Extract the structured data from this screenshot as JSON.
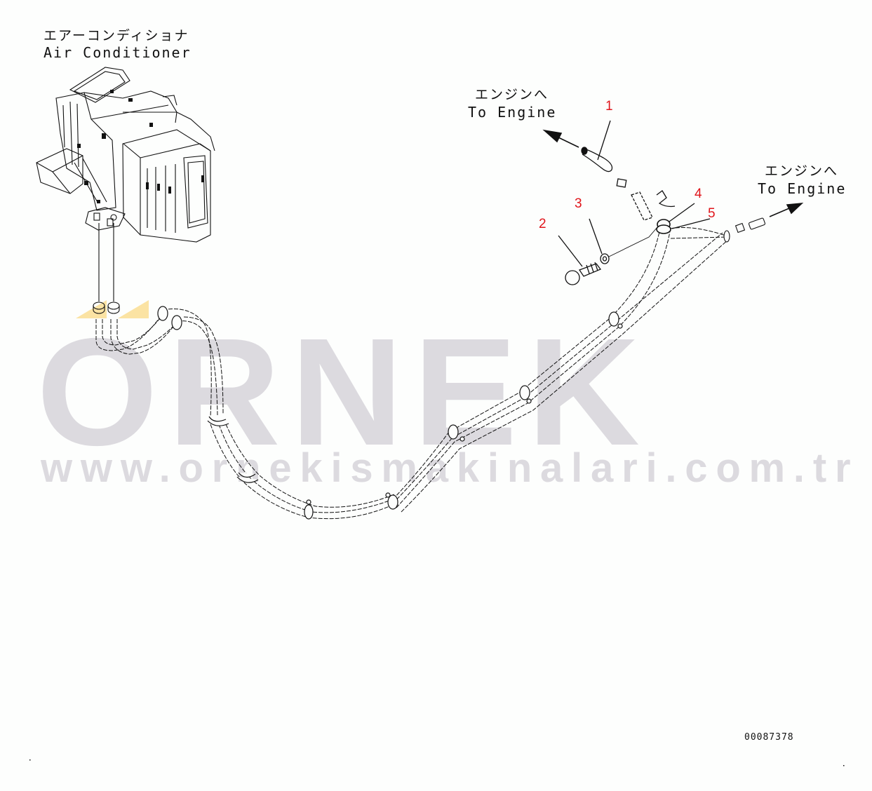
{
  "watermark": {
    "brand": "ORNEK",
    "url": "www.ornekismakinalari.com.tr",
    "color": "#dcdadf"
  },
  "labels": {
    "air_conditioner": {
      "jp": "エアーコンディショナ",
      "en": "Air Conditioner"
    },
    "to_engine_left": {
      "jp": "エンジンへ",
      "en": "To Engine"
    },
    "to_engine_right": {
      "jp": "エンジンへ",
      "en": "To Engine"
    }
  },
  "callouts": [
    {
      "number": "1",
      "part": "hose"
    },
    {
      "number": "2",
      "part": "bolt"
    },
    {
      "number": "3",
      "part": "washer"
    },
    {
      "number": "4",
      "part": "clamp"
    },
    {
      "number": "5",
      "part": "clamp"
    }
  ],
  "document_number": "00087378",
  "colors": {
    "line": "#111111",
    "callout": "#e0151b",
    "highlight": "#fbe3a3",
    "background": "#fdfefd"
  }
}
